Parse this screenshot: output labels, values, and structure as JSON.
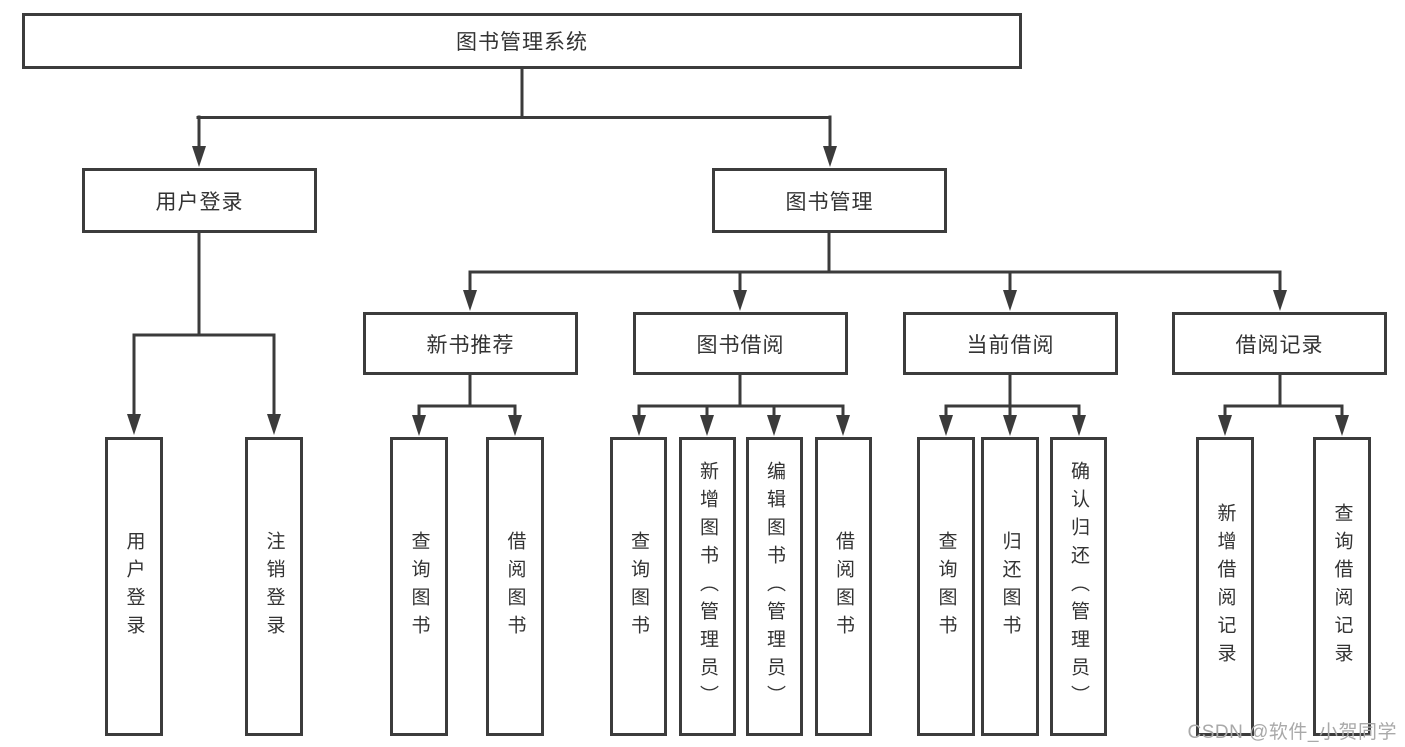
{
  "diagram": {
    "type": "hierarchy-tree",
    "colors": {
      "line": "#3b3b3b",
      "box_border": "#3c3c3c",
      "text": "#333333",
      "background": "#ffffff",
      "watermark": "#a9a9a9"
    },
    "tree": {
      "label": "图书管理系统",
      "children": [
        {
          "label": "用户登录",
          "children": [
            {
              "label": "用户登录"
            },
            {
              "label": "注销登录"
            }
          ]
        },
        {
          "label": "图书管理",
          "children": [
            {
              "label": "新书推荐",
              "children": [
                {
                  "label": "查询图书"
                },
                {
                  "label": "借阅图书"
                }
              ]
            },
            {
              "label": "图书借阅",
              "children": [
                {
                  "label": "查询图书"
                },
                {
                  "label": "新增图书（管理员）"
                },
                {
                  "label": "编辑图书（管理员）"
                },
                {
                  "label": "借阅图书"
                }
              ]
            },
            {
              "label": "当前借阅",
              "children": [
                {
                  "label": "查询图书"
                },
                {
                  "label": "归还图书"
                },
                {
                  "label": "确认归还（管理员）"
                }
              ]
            },
            {
              "label": "借阅记录",
              "children": [
                {
                  "label": "新增借阅记录"
                },
                {
                  "label": "查询借阅记录"
                }
              ]
            }
          ]
        }
      ]
    },
    "watermark": {
      "text": "CSDN @软件_小贺同学"
    }
  }
}
